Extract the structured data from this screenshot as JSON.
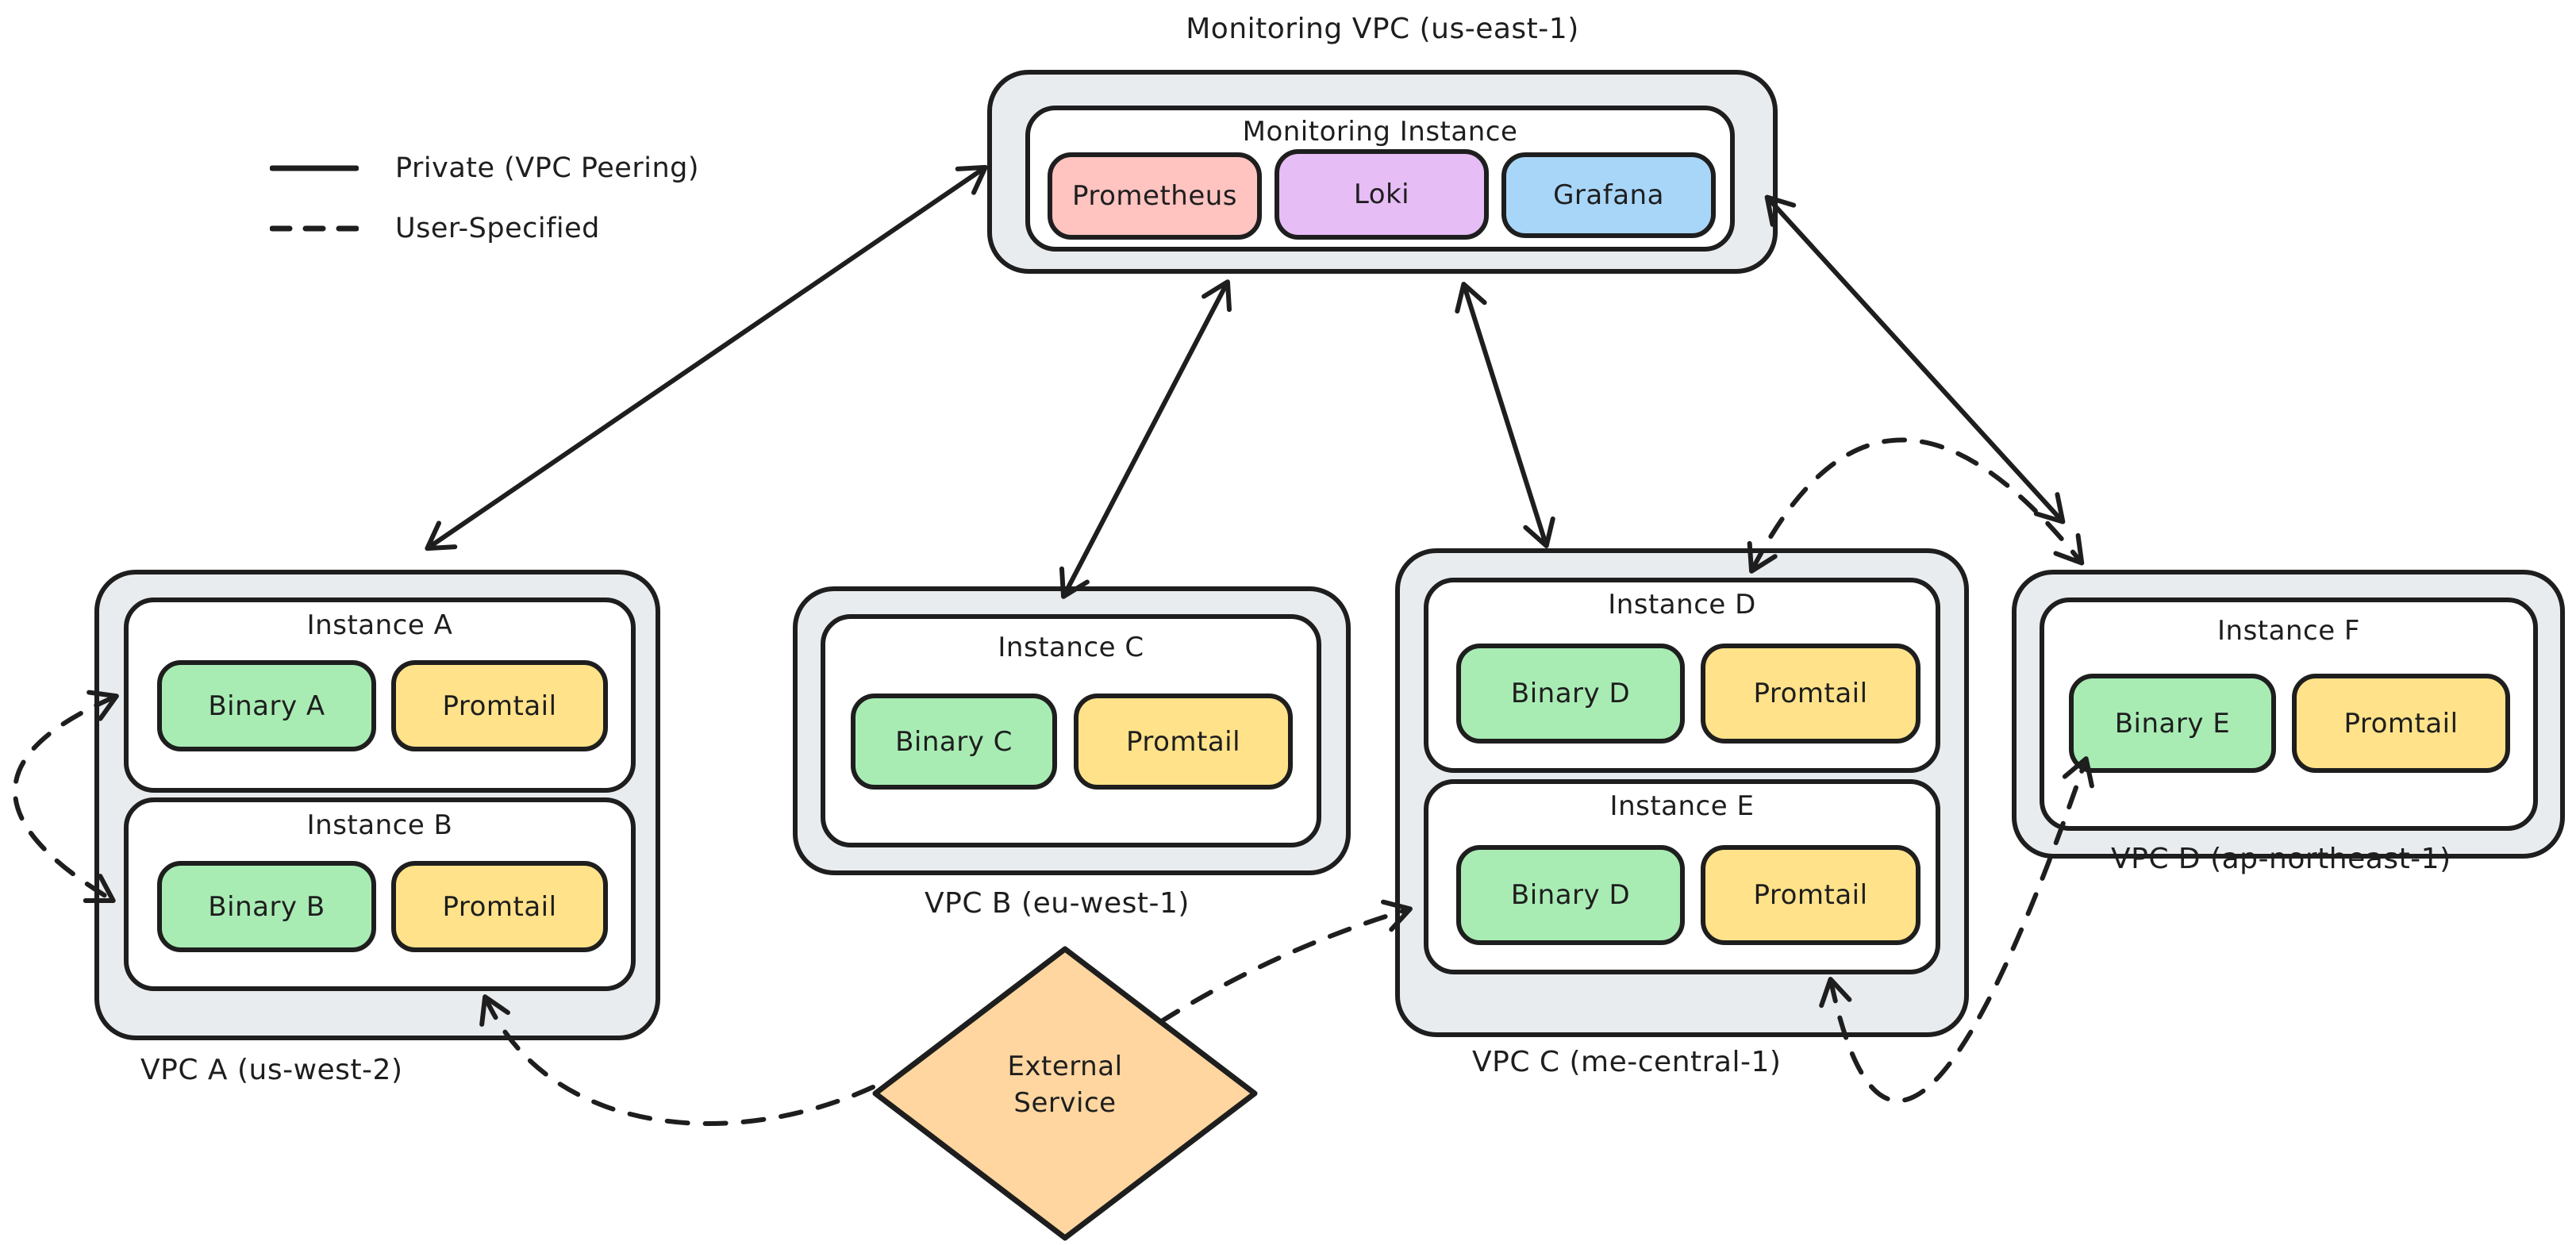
{
  "palette": {
    "stroke": "#1e1e1e",
    "vpc_fill": "#e9ecef",
    "instance_fill": "#ffffff",
    "prometheus_fill": "#ffc3c0",
    "loki_fill": "#e7bdf5",
    "grafana_fill": "#a8d6f8",
    "binary_fill": "#a8ecb4",
    "promtail_fill": "#ffe289",
    "external_fill": "#ffd6a0"
  },
  "legend": {
    "items": [
      {
        "style": "solid",
        "label": "Private (VPC Peering)"
      },
      {
        "style": "dashed",
        "label": "User-Specified"
      }
    ]
  },
  "monitoring_vpc": {
    "title": "Monitoring VPC (us-east-1)",
    "instance_label": "Monitoring Instance",
    "services": [
      "Prometheus",
      "Loki",
      "Grafana"
    ]
  },
  "vpcs": [
    {
      "label": "VPC A (us-west-2)",
      "instances": [
        {
          "name": "Instance A",
          "binary": "Binary A",
          "agent": "Promtail"
        },
        {
          "name": "Instance B",
          "binary": "Binary B",
          "agent": "Promtail"
        }
      ]
    },
    {
      "label": "VPC B (eu-west-1)",
      "instances": [
        {
          "name": "Instance C",
          "binary": "Binary C",
          "agent": "Promtail"
        }
      ]
    },
    {
      "label": "VPC C (me-central-1)",
      "instances": [
        {
          "name": "Instance D",
          "binary": "Binary D",
          "agent": "Promtail"
        },
        {
          "name": "Instance E",
          "binary": "Binary D",
          "agent": "Promtail"
        }
      ]
    },
    {
      "label": "VPC D (ap-northeast-1)",
      "instances": [
        {
          "name": "Instance F",
          "binary": "Binary E",
          "agent": "Promtail"
        }
      ]
    }
  ],
  "external_service": {
    "label": "External Service",
    "lines": [
      "External",
      "Service"
    ]
  },
  "connections": [
    {
      "from": "Monitoring VPC",
      "to": "VPC A",
      "type": "private",
      "bidirectional": true
    },
    {
      "from": "Monitoring VPC",
      "to": "VPC B",
      "type": "private",
      "bidirectional": true
    },
    {
      "from": "Monitoring VPC",
      "to": "VPC C",
      "type": "private",
      "bidirectional": true
    },
    {
      "from": "Monitoring VPC",
      "to": "VPC D",
      "type": "private",
      "bidirectional": true
    },
    {
      "from": "Instance A",
      "to": "Instance B",
      "type": "user-specified",
      "bidirectional": true
    },
    {
      "from": "External Service",
      "to": "Instance B",
      "type": "user-specified",
      "bidirectional": false
    },
    {
      "from": "External Service",
      "to": "Instance E",
      "type": "user-specified",
      "bidirectional": false
    },
    {
      "from": "Instance D",
      "to": "Instance F",
      "type": "user-specified",
      "bidirectional": true
    },
    {
      "from": "Instance E",
      "to": "Instance F",
      "type": "user-specified",
      "bidirectional": true
    }
  ]
}
